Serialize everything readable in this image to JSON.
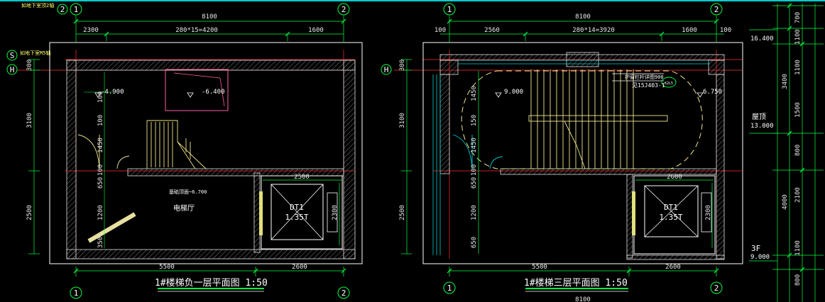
{
  "left_plan": {
    "title": "1#楼梯负一层平面图 1:50",
    "note_top": "如地下室顶2轴",
    "note_side": "如地下室M5轴",
    "axis_1": "1",
    "axis_2": "2",
    "axis_s": "S",
    "axis_h": "H",
    "dim_total": "8100",
    "dim_a": "2300",
    "dim_b": "280*15=4200",
    "dim_c": "1600",
    "dim_v1": "300",
    "dim_v2": "3100",
    "dim_v3": "2500",
    "dim_i1": "100",
    "dim_i2": "1450",
    "dim_i3": "100",
    "dim_i4": "650",
    "dim_i5": "1200",
    "dim_i6": "350",
    "dim_bot1": "5500",
    "dim_bot2": "2600",
    "level_1": "-4.900",
    "level_2": "-6.400",
    "level_3": "基础顶面~6.700",
    "room": "电梯厅",
    "elevator": "DT1",
    "elevator_cap": "1.35T",
    "elev_w": "2500",
    "elev_h": "2300"
  },
  "right_plan": {
    "title": "1#楼梯三层平面图 1:50",
    "axis_1": "1",
    "axis_2": "2",
    "axis_h": "H",
    "dim_total": "8100",
    "dim_e1": "100",
    "dim_a": "2560",
    "dim_b": "280*14=3920",
    "dim_c": "1600",
    "dim_e2": "100",
    "dim_v1": "300",
    "dim_v2": "3100",
    "dim_v3": "2500",
    "dim_i2": "1450",
    "dim_i3": "100",
    "dim_i1": "150",
    "dim_i4": "650",
    "dim_i5": "1200",
    "dim_i6": "650",
    "dim_bot1": "5500",
    "dim_bot2": "2600",
    "dim_bottom_total": "8100",
    "level_1": "9.000",
    "level_2": "6.750",
    "rail_note": "护窗栏杆详图900",
    "rail_ref": "见15J403-1",
    "rail_tag": "K2L5",
    "elevator": "DT1",
    "elevator_cap": "1.35T",
    "elev_w": "2600",
    "elev_h": "2300"
  },
  "section": {
    "d1": "700",
    "d2": "1100",
    "d3": "3400",
    "d4": "1100",
    "d5": "1500",
    "d6": "800",
    "d7": "2100",
    "d8": "4000",
    "d9": "1100",
    "d10": "800",
    "lvl_top": "16.400",
    "roof": "屋顶",
    "lvl_roof": "13.000",
    "floor": "3F",
    "lvl_floor": "9.000"
  }
}
